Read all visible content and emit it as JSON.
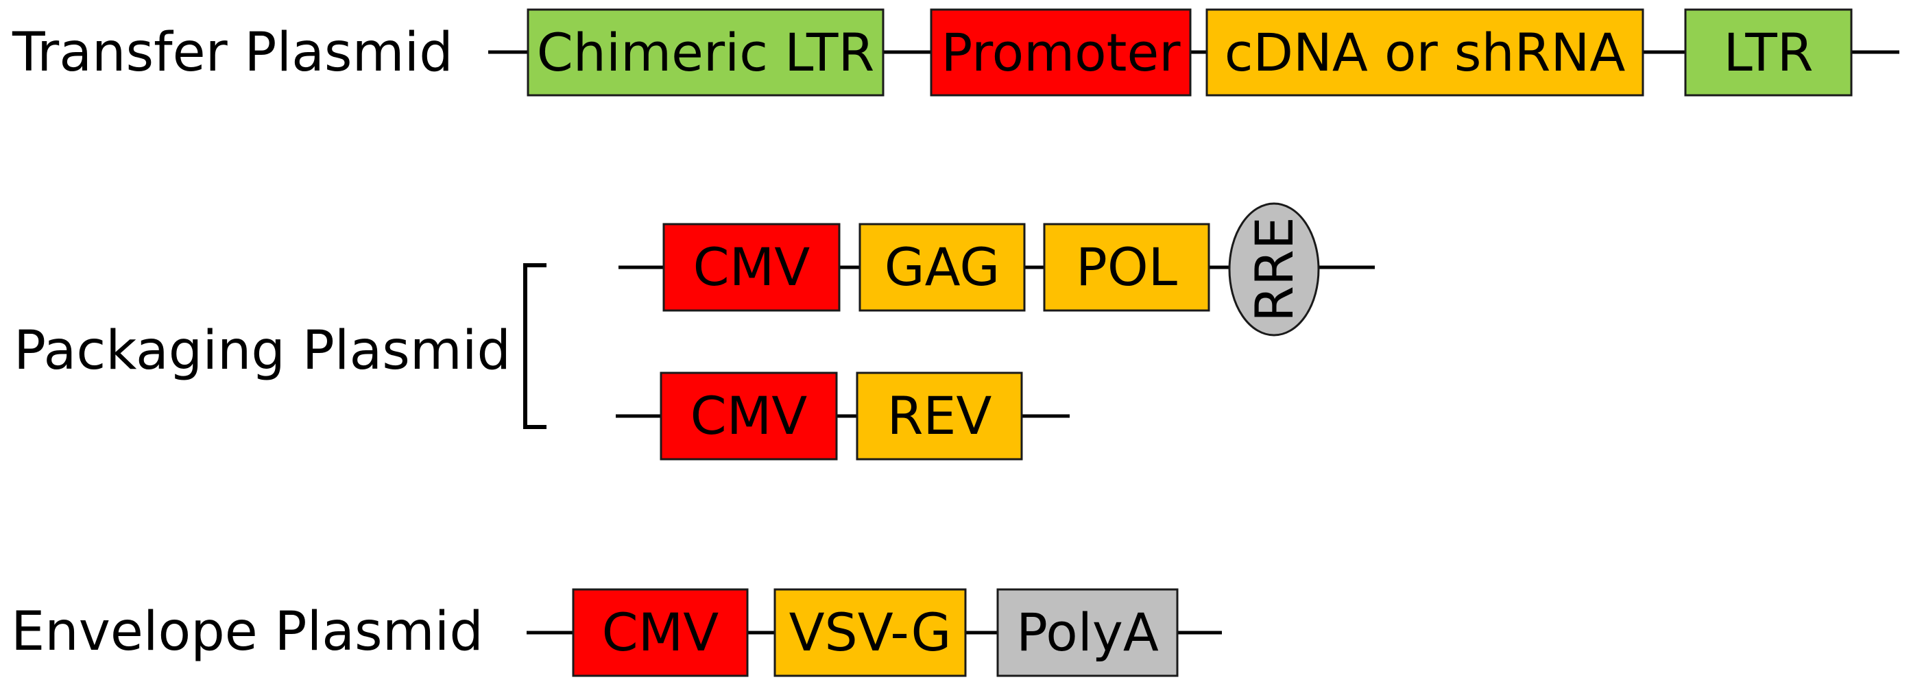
{
  "colors": {
    "green": "#92d050",
    "red": "#ff0000",
    "orange": "#ffc000",
    "gray": "#bfbfbf",
    "line": "#000000"
  },
  "transfer": {
    "label": "Transfer Plasmid",
    "elements": {
      "chimeric_ltr": "Chimeric LTR",
      "promoter": "Promoter",
      "cdna": "cDNA or shRNA",
      "ltr": "LTR"
    }
  },
  "packaging": {
    "label": "Packaging Plasmid",
    "gagpol": {
      "cmv": "CMV",
      "gag": "GAG",
      "pol": "POL",
      "rre": "RRE"
    },
    "rev": {
      "cmv": "CMV",
      "rev": "REV"
    }
  },
  "envelope": {
    "label": "Envelope Plasmid",
    "elements": {
      "cmv": "CMV",
      "vsvg": "VSV-G",
      "polya": "PolyA"
    }
  }
}
